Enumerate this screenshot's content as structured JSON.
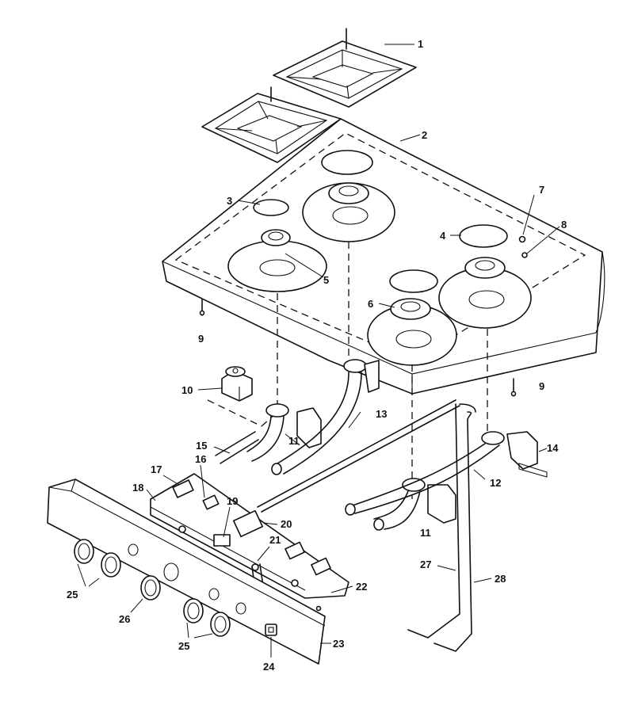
{
  "callouts": [
    {
      "id": "1",
      "label": "1"
    },
    {
      "id": "2",
      "label": "2"
    },
    {
      "id": "3",
      "label": "3"
    },
    {
      "id": "4",
      "label": "4"
    },
    {
      "id": "5",
      "label": "5"
    },
    {
      "id": "6",
      "label": "6"
    },
    {
      "id": "7",
      "label": "7"
    },
    {
      "id": "8",
      "label": "8"
    },
    {
      "id": "9a",
      "label": "9"
    },
    {
      "id": "9b",
      "label": "9"
    },
    {
      "id": "10",
      "label": "10"
    },
    {
      "id": "11a",
      "label": "11"
    },
    {
      "id": "11b",
      "label": "11"
    },
    {
      "id": "12",
      "label": "12"
    },
    {
      "id": "13",
      "label": "13"
    },
    {
      "id": "14",
      "label": "14"
    },
    {
      "id": "15",
      "label": "15"
    },
    {
      "id": "16",
      "label": "16"
    },
    {
      "id": "17",
      "label": "17"
    },
    {
      "id": "18",
      "label": "18"
    },
    {
      "id": "19",
      "label": "19"
    },
    {
      "id": "20",
      "label": "20"
    },
    {
      "id": "21",
      "label": "21"
    },
    {
      "id": "22",
      "label": "22"
    },
    {
      "id": "23",
      "label": "23"
    },
    {
      "id": "24",
      "label": "24"
    },
    {
      "id": "25a",
      "label": "25"
    },
    {
      "id": "25b",
      "label": "25"
    },
    {
      "id": "26",
      "label": "26"
    },
    {
      "id": "27",
      "label": "27"
    },
    {
      "id": "28",
      "label": "28"
    }
  ]
}
